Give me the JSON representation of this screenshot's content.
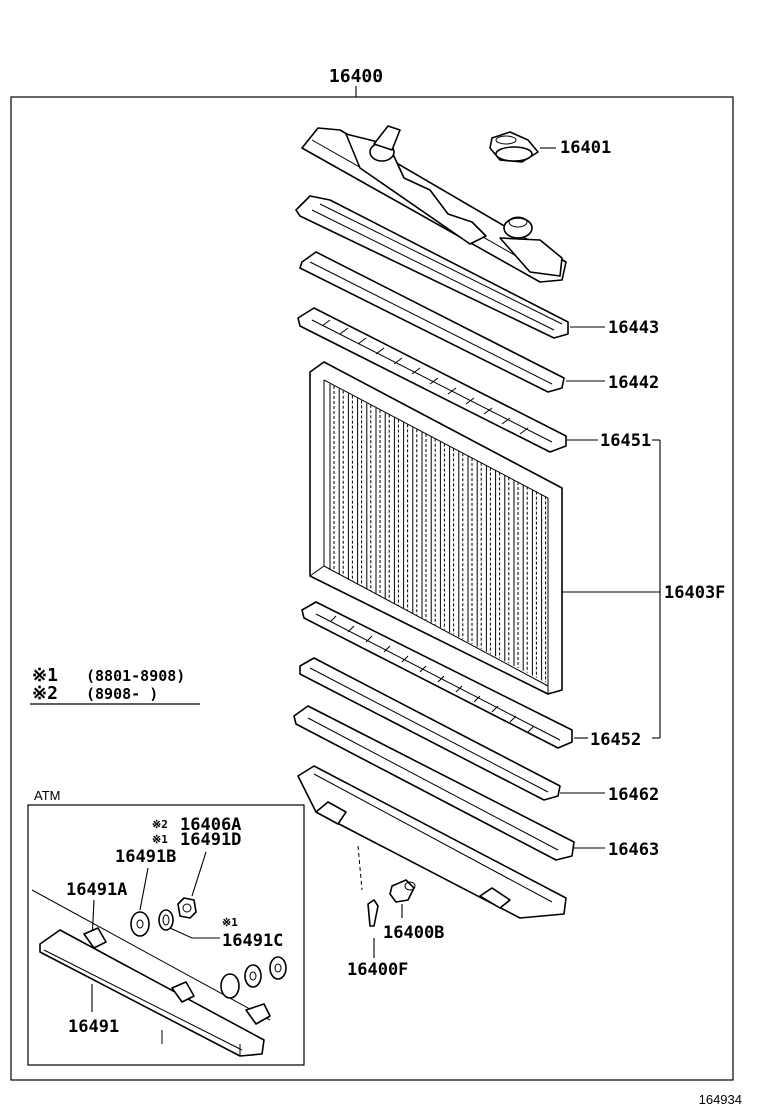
{
  "assembly_label": "16400",
  "doc_code": "164934",
  "parts": {
    "p16401": "16401",
    "p16443": "16443",
    "p16442": "16442",
    "p16451": "16451",
    "p16403F": "16403F",
    "p16452": "16452",
    "p16462": "16462",
    "p16463": "16463",
    "p16400B": "16400B",
    "p16400F": "16400F"
  },
  "legend": [
    {
      "mark": "※1",
      "range": "(8801-8908)"
    },
    {
      "mark": "※2",
      "range": "(8908-     )"
    }
  ],
  "atm": {
    "title": "ATM",
    "p16406A": "16406A",
    "p16406A_mark": "※2",
    "p16491D": "16491D",
    "p16491D_mark": "※1",
    "p16491B": "16491B",
    "p16491A": "16491A",
    "p16491C": "16491C",
    "p16491C_mark": "※1",
    "p16491": "16491"
  }
}
